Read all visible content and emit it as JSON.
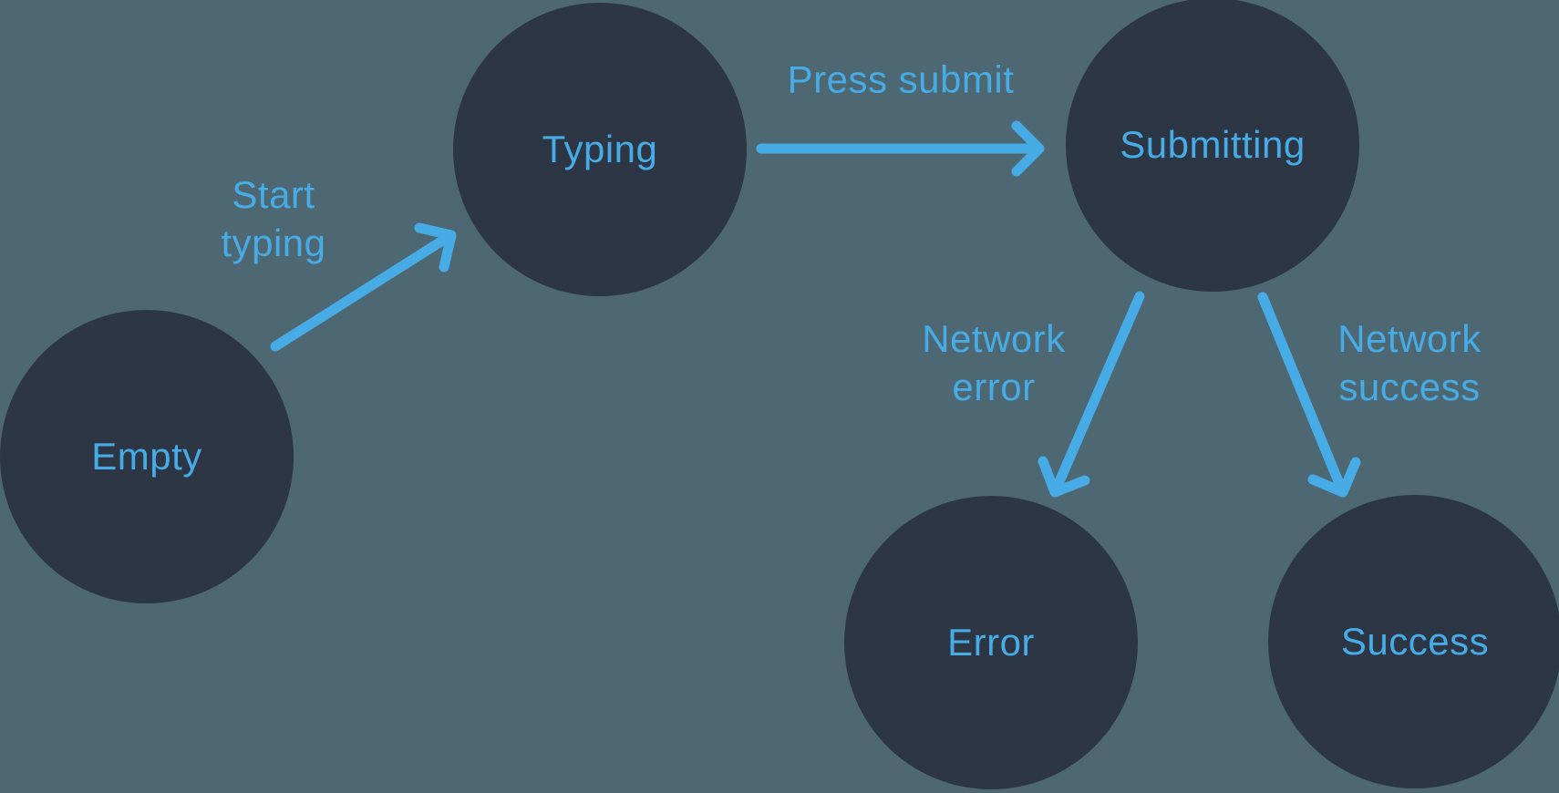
{
  "diagram": {
    "kind": "state-machine",
    "nodes": [
      {
        "id": "empty",
        "label": "Empty"
      },
      {
        "id": "typing",
        "label": "Typing"
      },
      {
        "id": "submitting",
        "label": "Submitting"
      },
      {
        "id": "error",
        "label": "Error"
      },
      {
        "id": "success",
        "label": "Success"
      }
    ],
    "edges": [
      {
        "from": "empty",
        "to": "typing",
        "label": "Start typing"
      },
      {
        "from": "typing",
        "to": "submitting",
        "label": "Press submit"
      },
      {
        "from": "submitting",
        "to": "error",
        "label": "Network error"
      },
      {
        "from": "submitting",
        "to": "success",
        "label": "Network success"
      }
    ],
    "colors": {
      "background": "#4D6873",
      "node_fill": "#2D3645",
      "accent": "#47ABE6"
    }
  }
}
